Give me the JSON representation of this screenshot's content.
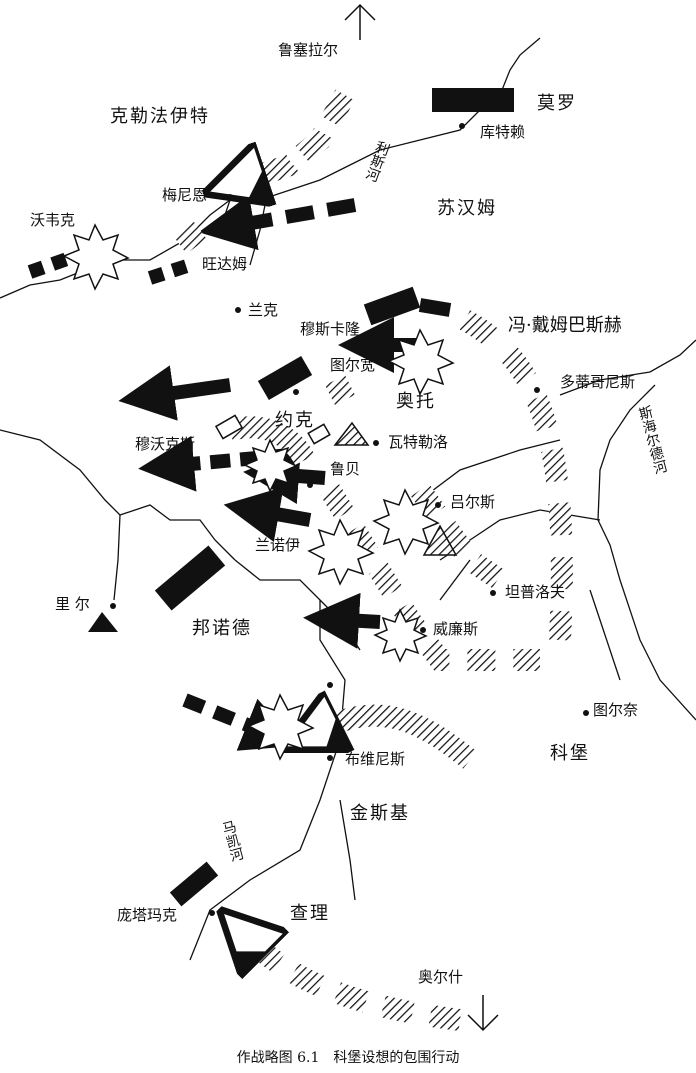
{
  "regions": {
    "kleefelt": "克勒法伊特",
    "moro": "莫罗",
    "suhan": "苏汉姆",
    "ao": "奥托",
    "bangnuo": "邦诺德",
    "kebao": "科堡",
    "jinsiji": "金斯基",
    "chali": "查理",
    "yuek": "约克",
    "fengdaimu": "冯·戴姆巴斯赫"
  },
  "places": {
    "lusaier": "鲁塞拉尔",
    "kutelai": "库特赖",
    "meinien": "梅尼恩",
    "woweike": "沃韦克",
    "wangdamu": "旺达姆",
    "lanke": "兰克",
    "musikalong": "穆斯卡隆",
    "tuerkuan": "图尔宽",
    "duodi": "多蒂哥尼斯",
    "muwokesi": "穆沃克斯",
    "wateluo": "瓦特勒洛",
    "lubei": "鲁贝",
    "lvers": "吕尔斯",
    "lannuoyi": "兰诺伊",
    "tanpuluofu": "坦普洛夫",
    "lier": "里 尔",
    "weiliansi": "威廉斯",
    "tuernai": "图尔奈",
    "buweinisi": "布维尼斯",
    "pangtamake": "庞塔玛克",
    "aoershi": "奥尔什"
  },
  "rivers": {
    "lys": "利斯河",
    "scheldt": "斯海尔德河",
    "marque": "马凯河"
  },
  "caption": "作战略图 6.1　科堡设想的包围行动",
  "colors": {
    "ink": "#111111",
    "paper": "#ffffff"
  }
}
